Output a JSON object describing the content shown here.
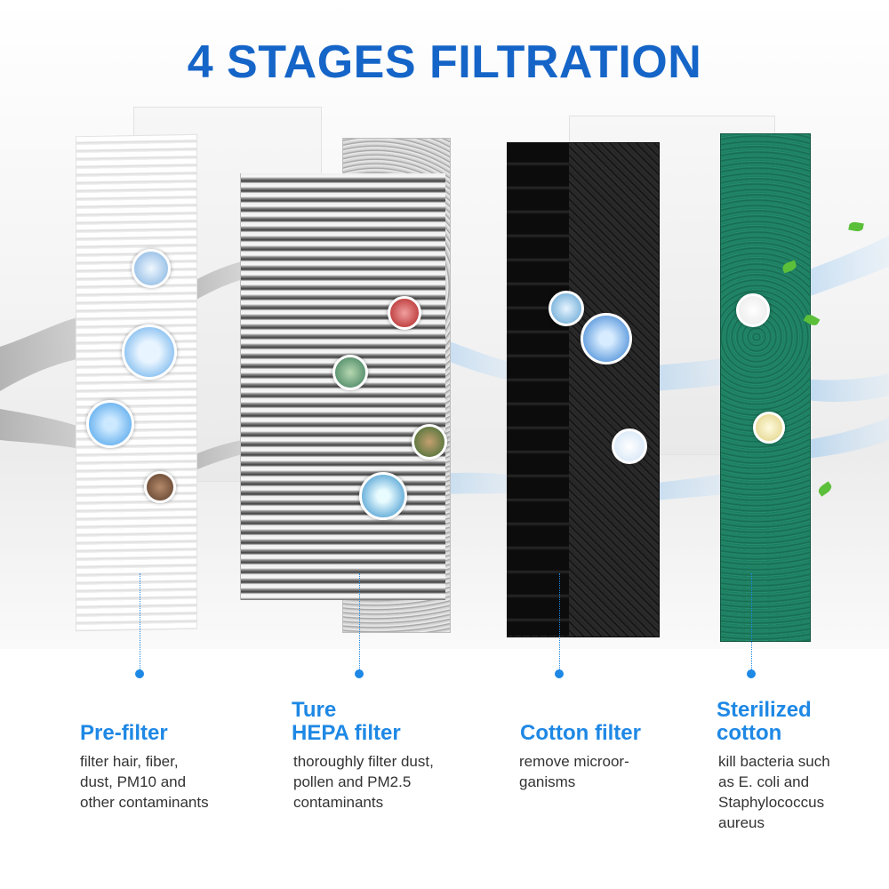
{
  "title": "4 STAGES FILTRATION",
  "colors": {
    "accent": "#1e88e5",
    "title": "#1565c8",
    "green_filter": "#1c7a5c"
  },
  "stages": [
    {
      "title": "Pre-filter",
      "desc": "filter hair, fiber,\ndust, PM10 and\nother contaminants"
    },
    {
      "title": "Ture\nHEPA filter",
      "desc": "thoroughly filter dust,\npollen and PM2.5\ncontaminants"
    },
    {
      "title": "Cotton filter",
      "desc": "remove microor-\nganisms"
    },
    {
      "title": "Sterilized\ncotton",
      "desc": "kill bacteria such\nas E. coli and\nStaphylococcus\naureus"
    }
  ]
}
